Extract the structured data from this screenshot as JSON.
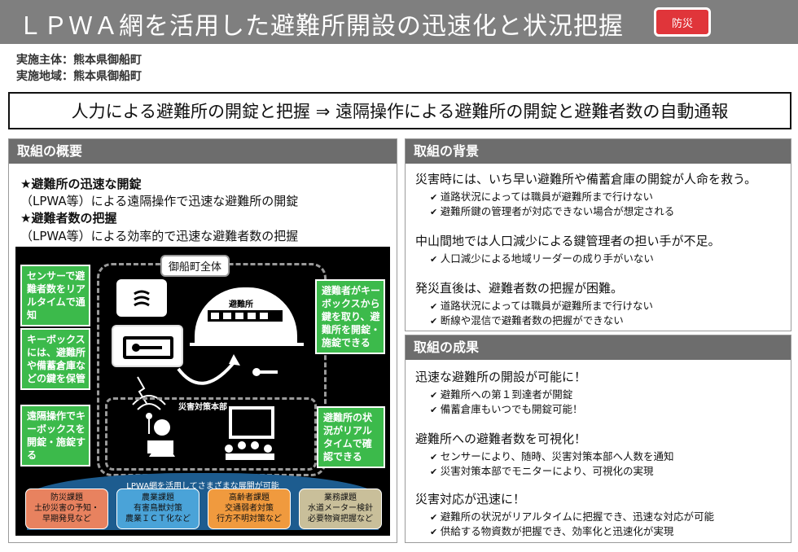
{
  "header": {
    "title": "ＬＰＷＡ網を活用した避難所開設の迅速化と状況把握",
    "badge": "防災",
    "badge_color": "#e0353a"
  },
  "meta": {
    "implementer": "実施主体：熊本県御船町",
    "area": "実施地域：熊本県御船町"
  },
  "banner": "人力による避難所の開錠と把握 ⇒ 遠隔操作による避難所の開錠と避難者数の自動通報",
  "overview": {
    "heading": "取組の概要",
    "items": [
      {
        "text": "★避難所の迅速な開錠",
        "bold": true
      },
      {
        "text": "（LPWA等）による遠隔操作で迅速な避難所の開錠",
        "bold": false
      },
      {
        "text": "★避難者数の把握",
        "bold": true
      },
      {
        "text": "（LPWA等）による効率的で迅速な避難者数の把握",
        "bold": false
      }
    ],
    "diagram": {
      "area_label": "御船町全体",
      "building_label": "避難所",
      "hq_label": "災害対策本部",
      "callouts": [
        "センサーで避難者数をリアルタイムで通知",
        "キーボックスには、避難所や備蓄倉庫などの鍵を保管",
        "遠隔操作でキーボックスを開錠・施錠する",
        "避難者がキーボックスから鍵を取り、避難所を開錠・施錠できる",
        "避難所の状況がリアルタイムで確認できる"
      ],
      "banner": "LPWA網を活用してさまざまな展開が可能",
      "tasks": [
        {
          "title": "防災課題",
          "lines": [
            "土砂災害の予知・",
            "早期発見など"
          ],
          "color": "#e8825f"
        },
        {
          "title": "農業課題",
          "lines": [
            "有害鳥獣対策",
            "農業ＩＣＴ化など"
          ],
          "color": "#4aa3d8"
        },
        {
          "title": "高齢者課題",
          "lines": [
            "交通弱者対策",
            "行方不明対策など"
          ],
          "color": "#f09a3e"
        },
        {
          "title": "業務課題",
          "lines": [
            "水道メーター検針",
            "必要物資把握など"
          ],
          "color": "#c9bf9a"
        }
      ],
      "accent_green": "#3cba4b"
    }
  },
  "background": {
    "heading": "取組の背景",
    "groups": [
      {
        "lead": "災害時には、いち早い避難所や備蓄倉庫の開錠が人命を救う。",
        "checks": [
          "道路状況によっては職員が避難所まで行けない",
          "避難所鍵の管理者が対応できない場合が想定される"
        ]
      },
      {
        "lead": "中山間地では人口減少による鍵管理者の担い手が不足。",
        "checks": [
          "人口減少による地域リーダーの成り手がいない"
        ]
      },
      {
        "lead": "発災直後は、避難者数の把握が困難。",
        "checks": [
          "道路状況によっては職員が避難所まで行けない",
          "断線や混信で避難者数の把握ができない"
        ]
      }
    ]
  },
  "results": {
    "heading": "取組の成果",
    "groups": [
      {
        "lead": "迅速な避難所の開設が可能に！",
        "checks": [
          "避難所への第１到達者が開錠",
          "備蓄倉庫もいつでも開錠可能！"
        ]
      },
      {
        "lead": "避難所への避難者数を可視化！",
        "checks": [
          "センサーにより、随時、災害対策本部へ人数を通知",
          "災害対策本部でモニターにより、可視化の実現"
        ]
      },
      {
        "lead": "災害対応が迅速に！",
        "checks": [
          "避難所の状況がリアルタイムに把握でき、迅速な対応が可能",
          "供給する物資数が把握でき、効率化と迅速化が実現"
        ]
      }
    ]
  }
}
